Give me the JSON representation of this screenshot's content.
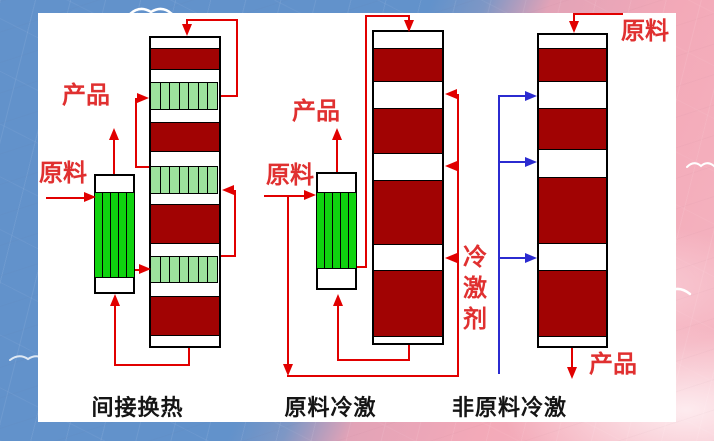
{
  "colors": {
    "line_red": "#e10000",
    "label_red": "#e03030",
    "bed_dark_red": "#a10303",
    "exchanger_bright_green": "#0fd30f",
    "exchanger_light_green": "#9de39d",
    "quench_blue": "#2b2bd0",
    "caption_black": "#151515",
    "panel_white": "#ffffff",
    "sky_blue": "#6292cb",
    "pink": "#f3a9b8"
  },
  "diagrams": [
    {
      "caption": "间接换热",
      "feed_label": "原料",
      "product_label": "产品",
      "exchanger_cells": 5,
      "column_sections": [
        {
          "type": "gap",
          "h": 10
        },
        {
          "type": "bed",
          "h": 22
        },
        {
          "type": "gap",
          "h": 12
        },
        {
          "type": "hx",
          "h": 28,
          "cells": 7
        },
        {
          "type": "gap",
          "h": 12
        },
        {
          "type": "bed",
          "h": 30
        },
        {
          "type": "gap",
          "h": 14
        },
        {
          "type": "hx",
          "h": 28,
          "cells": 7
        },
        {
          "type": "gap",
          "h": 10
        },
        {
          "type": "bed",
          "h": 40
        },
        {
          "type": "gap",
          "h": 12
        },
        {
          "type": "hx",
          "h": 27,
          "cells": 7
        },
        {
          "type": "gap",
          "h": 13
        },
        {
          "type": "bed",
          "h": 40
        },
        {
          "type": "gap",
          "h": 10
        }
      ]
    },
    {
      "caption": "原料冷激",
      "feed_label": "原料",
      "product_label": "产品",
      "quench_label": "冷激剂",
      "exchanger_cells": 5,
      "column_sections": [
        {
          "type": "gap",
          "h": 16
        },
        {
          "type": "bed",
          "h": 34
        },
        {
          "type": "gap",
          "h": 26
        },
        {
          "type": "bed",
          "h": 46
        },
        {
          "type": "gap",
          "h": 26
        },
        {
          "type": "bed",
          "h": 65
        },
        {
          "type": "gap",
          "h": 25
        },
        {
          "type": "bed",
          "h": 67
        },
        {
          "type": "gap",
          "h": 6
        }
      ]
    },
    {
      "caption": "非原料冷激",
      "feed_label": "原料",
      "product_label": "产品",
      "column_sections": [
        {
          "type": "gap",
          "h": 13
        },
        {
          "type": "bed",
          "h": 34
        },
        {
          "type": "gap",
          "h": 26
        },
        {
          "type": "bed",
          "h": 42
        },
        {
          "type": "gap",
          "h": 27
        },
        {
          "type": "bed",
          "h": 67
        },
        {
          "type": "gap",
          "h": 26
        },
        {
          "type": "bed",
          "h": 67
        },
        {
          "type": "gap",
          "h": 9
        }
      ]
    }
  ]
}
